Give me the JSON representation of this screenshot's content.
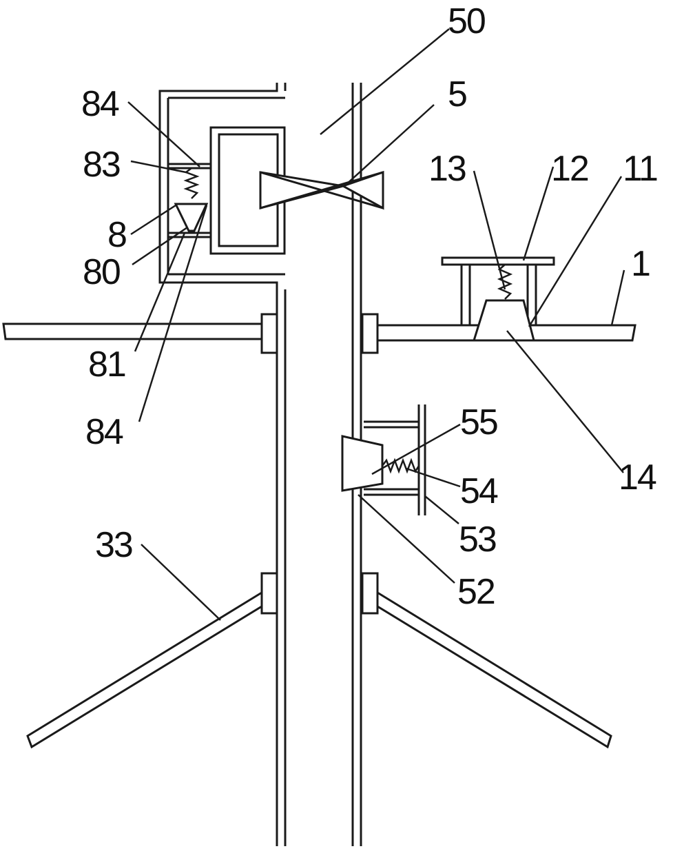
{
  "labels": {
    "l50": "50",
    "l84a": "84",
    "l5": "5",
    "l83": "83",
    "l13": "13",
    "l12": "12",
    "l11": "11",
    "l8": "8",
    "l1": "1",
    "l80": "80",
    "l81": "81",
    "l84b": "84",
    "l55": "55",
    "l14": "14",
    "l54": "54",
    "l53": "53",
    "l33": "33",
    "l52": "52"
  }
}
